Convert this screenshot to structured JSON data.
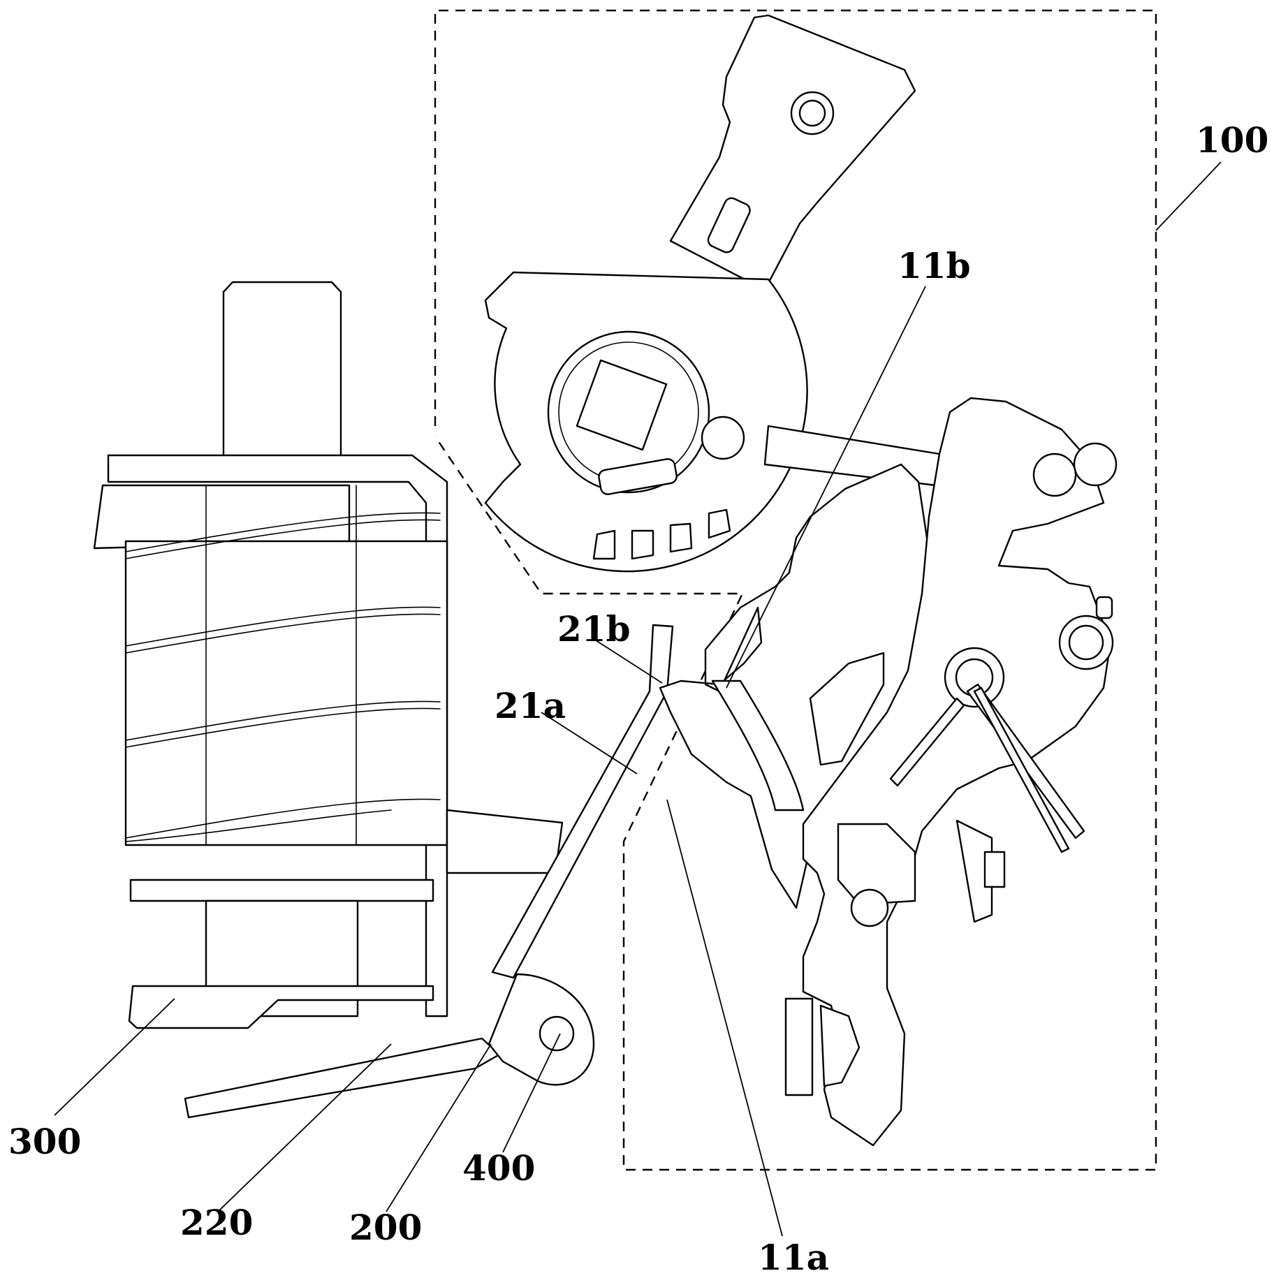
{
  "figure": {
    "labels": {
      "assembly": "100",
      "first_portion": "11a",
      "second_portion": "11b",
      "lever": "200",
      "lever_end_a": "21a",
      "lever_end_b": "21b",
      "lever_arm": "220",
      "coil_assembly": "300",
      "pivot_pin": "400"
    },
    "colors": {
      "line": "#000000",
      "background": "#ffffff"
    }
  }
}
